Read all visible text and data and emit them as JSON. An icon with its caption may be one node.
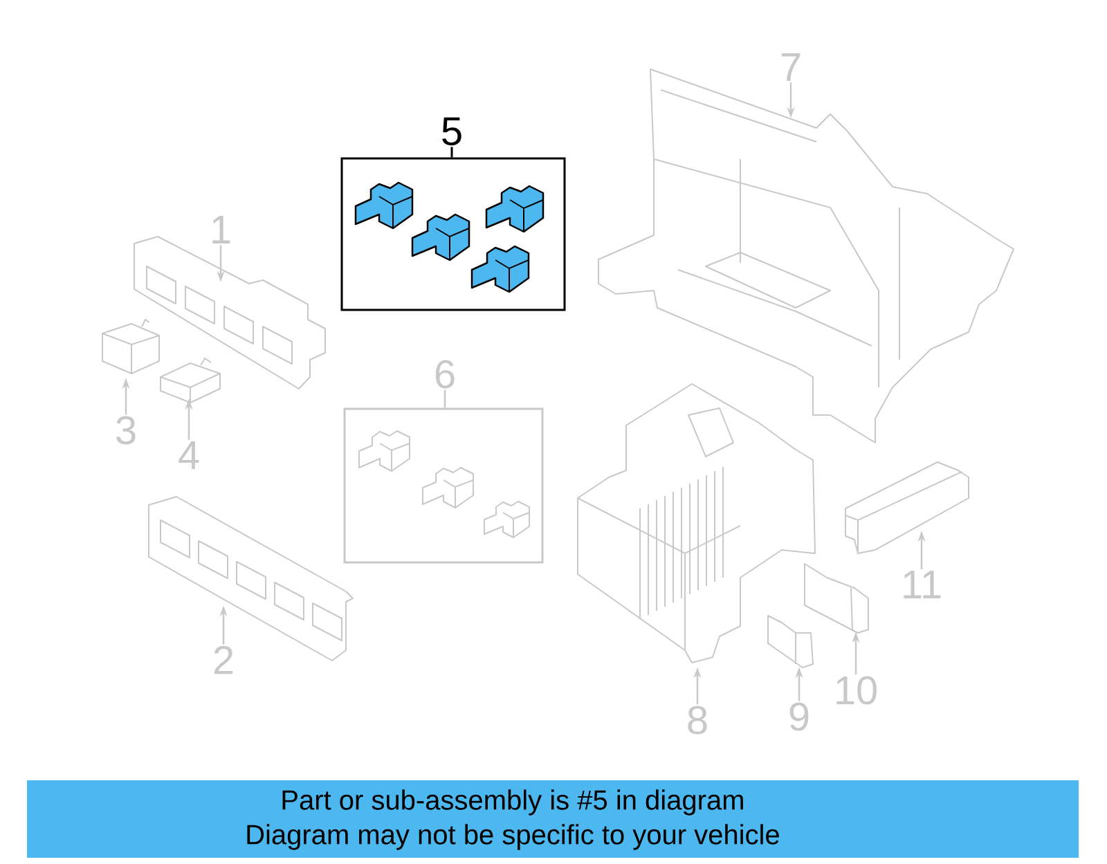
{
  "diagram": {
    "nodes": [
      {
        "text": [
          "5"
        ]
      },
      {
        "text": [],
        "shape": "box"
      },
      {
        "text": [],
        "shape": "picture",
        "in": 1
      },
      {
        "text": [],
        "shape": "picture",
        "in": 1
      },
      {
        "text": [],
        "shape": "picture",
        "in": 1
      },
      {
        "text": [],
        "shape": "picture",
        "in": 1
      },
      {
        "text": [
          "7"
        ]
      },
      {
        "text": [],
        "shape": "picture"
      },
      {
        "text": [
          "1"
        ]
      },
      {
        "text": [],
        "shape": "picture"
      },
      {
        "text": [
          "6"
        ]
      },
      {
        "text": [],
        "shape": "box"
      },
      {
        "text": [],
        "shape": "picture",
        "in": 11
      },
      {
        "text": [],
        "shape": "picture",
        "in": 11
      },
      {
        "text": [],
        "shape": "picture",
        "in": 11
      },
      {
        "text": [
          "3"
        ]
      },
      {
        "text": [],
        "shape": "picture"
      },
      {
        "text": [
          "4"
        ]
      },
      {
        "text": [],
        "shape": "picture"
      },
      {
        "text": [
          "11"
        ]
      },
      {
        "text": [],
        "shape": "picture"
      },
      {
        "text": [
          "2"
        ]
      },
      {
        "text": [],
        "shape": "picture"
      },
      {
        "text": [
          "8"
        ]
      },
      {
        "text": [],
        "shape": "picture"
      },
      {
        "text": [
          "10"
        ]
      },
      {
        "text": [],
        "shape": "picture"
      },
      {
        "text": [
          "9"
        ]
      },
      {
        "text": [],
        "shape": "picture"
      }
    ],
    "edges": [
      {
        "from": 0,
        "to": 1,
        "arrow": "none",
        "color": "#000000"
      },
      {
        "from": 6,
        "to": 7,
        "arrow": "to"
      },
      {
        "from": 8,
        "to": 9,
        "arrow": "to"
      },
      {
        "from": 10,
        "to": 11,
        "arrow": "none"
      },
      {
        "from": 15,
        "to": 16,
        "arrow": "to"
      },
      {
        "from": 17,
        "to": 18,
        "arrow": "to"
      },
      {
        "from": 19,
        "to": 20,
        "arrow": "to"
      },
      {
        "from": 21,
        "to": 22,
        "arrow": "to"
      },
      {
        "from": 23,
        "to": 24,
        "arrow": "to"
      },
      {
        "from": 25,
        "to": 26,
        "arrow": "to"
      },
      {
        "from": 27,
        "to": 28,
        "arrow": "to"
      }
    ],
    "labels": [
      "Part or sub-assembly is #5 in diagram",
      "Diagram may not be specific to your vehicle"
    ]
  }
}
